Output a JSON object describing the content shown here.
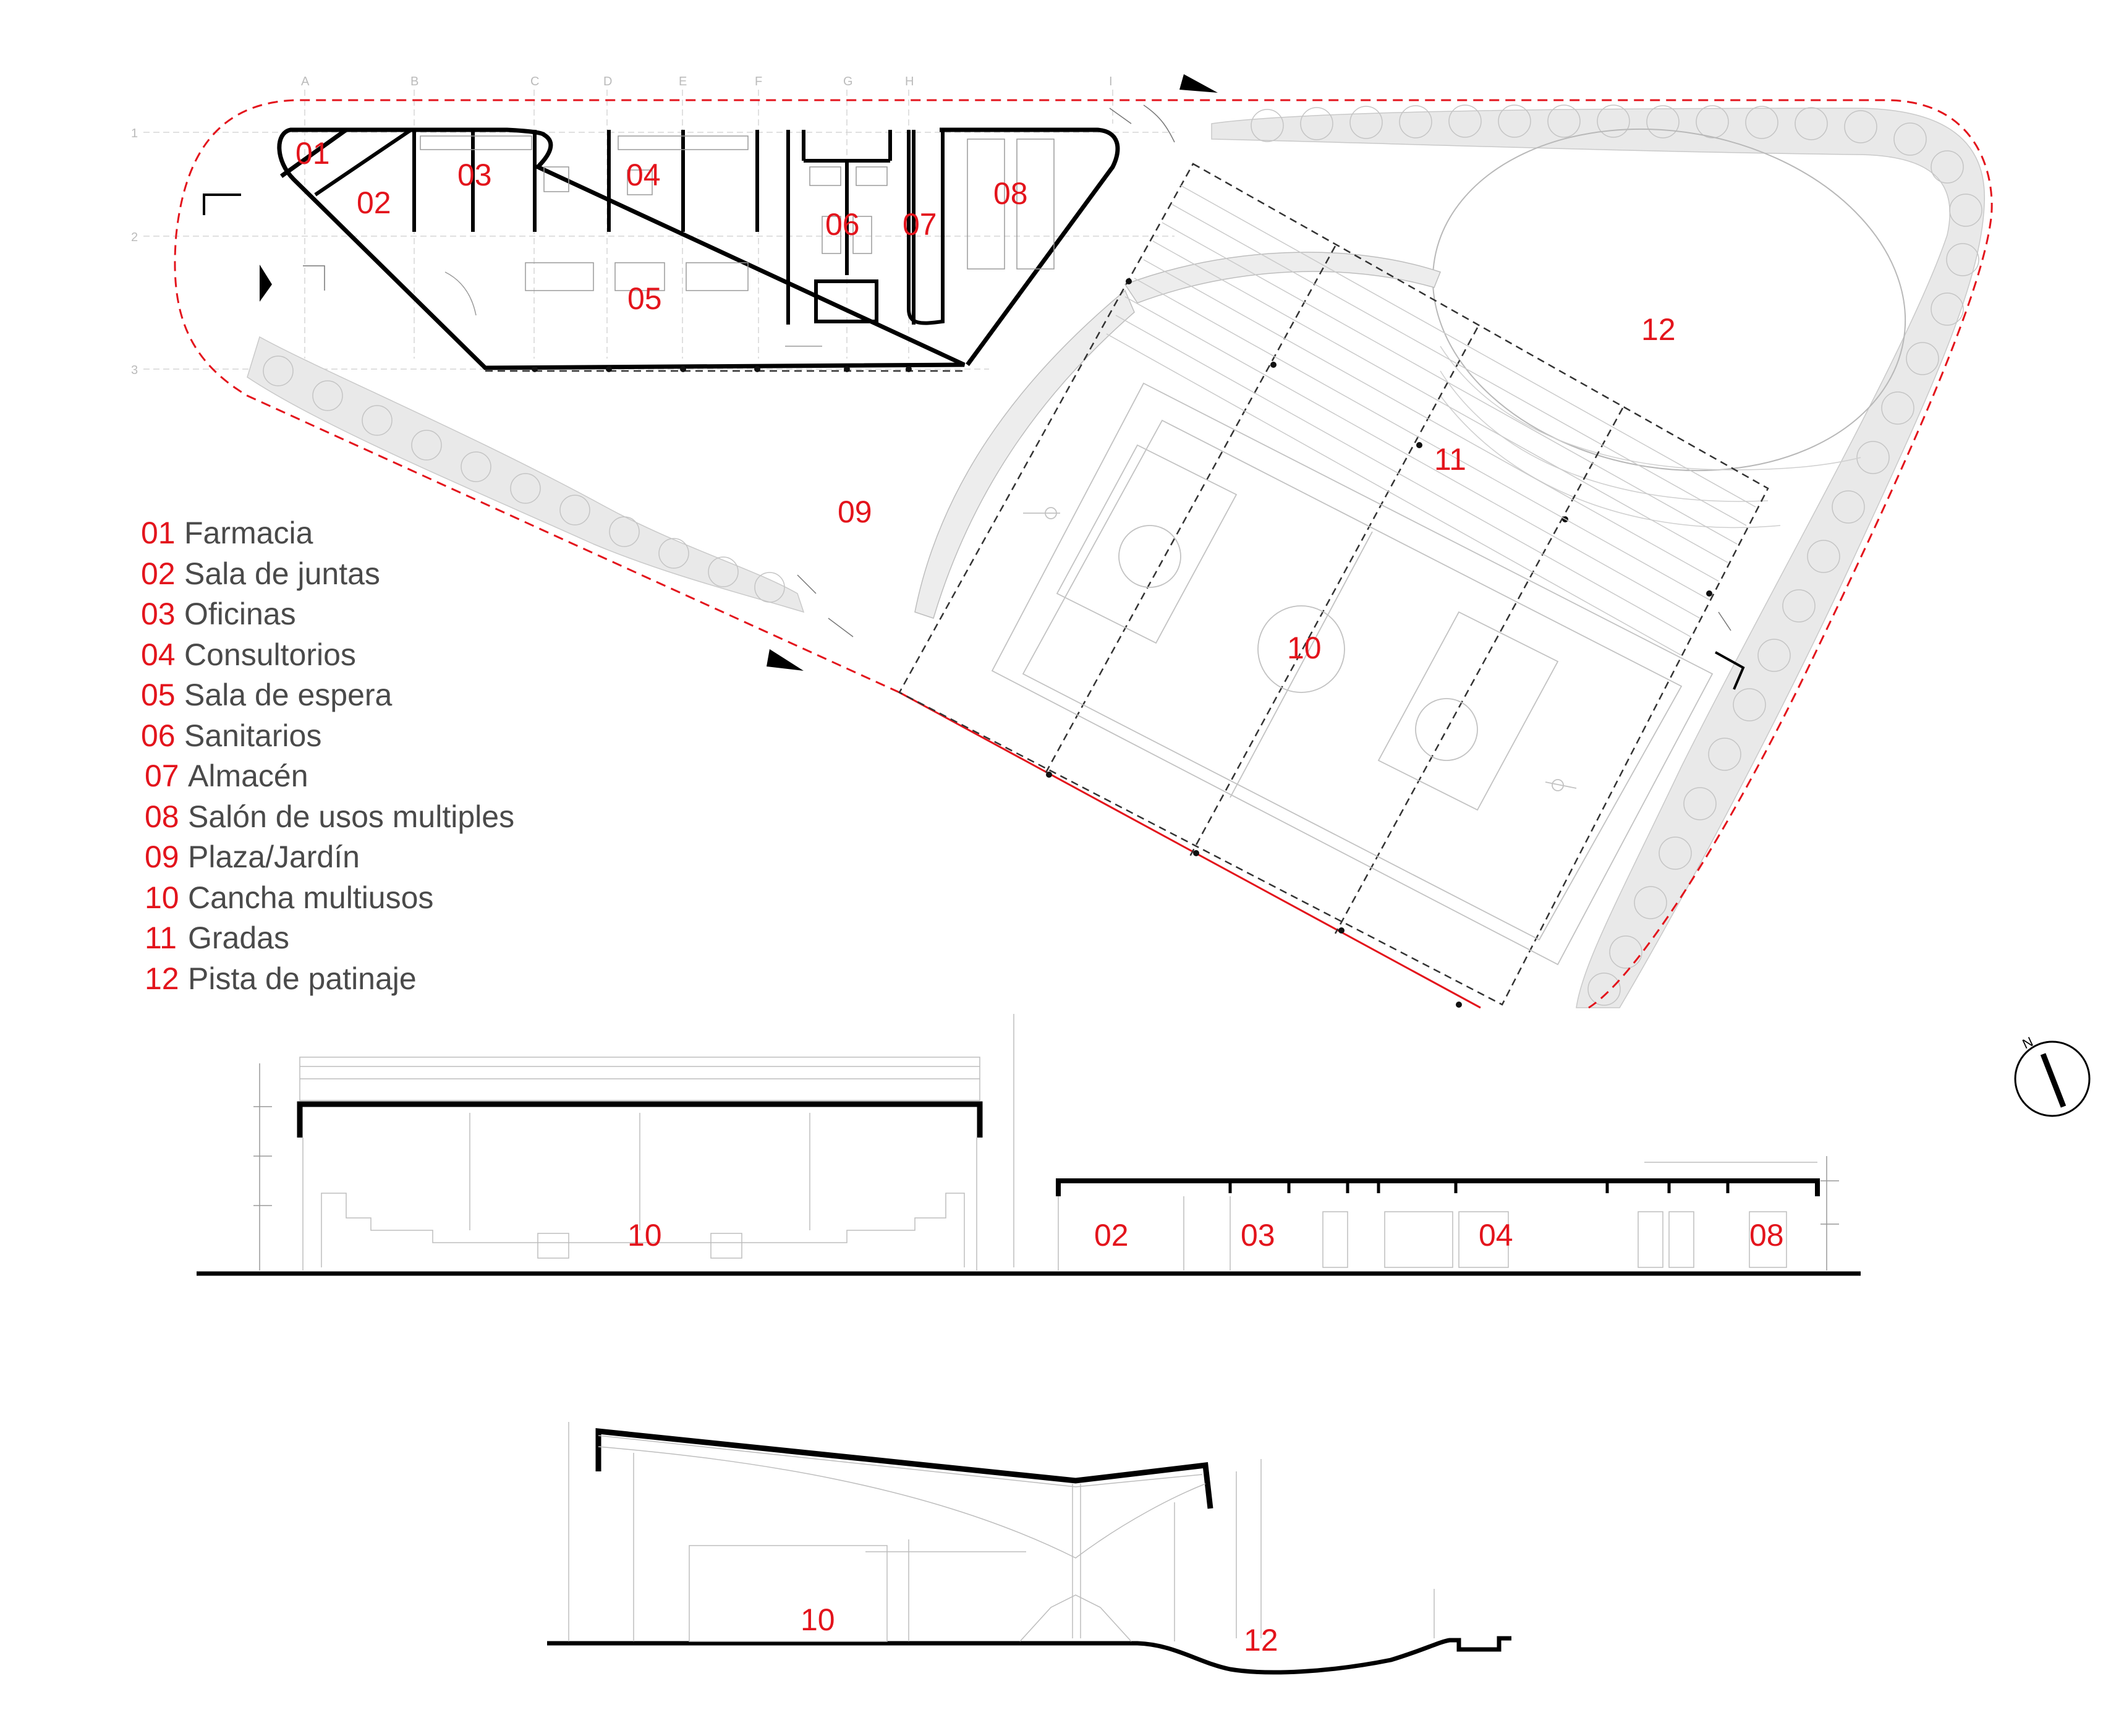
{
  "plan": {
    "grid_letters": [
      "A",
      "B",
      "C",
      "D",
      "E",
      "F",
      "G",
      "H",
      "I"
    ],
    "grid_numbers": [
      "1",
      "2",
      "3"
    ]
  },
  "zone_labels": [
    "01",
    "02",
    "03",
    "04",
    "05",
    "06",
    "07",
    "08",
    "09",
    "10",
    "11",
    "12"
  ],
  "legend": [
    {
      "num": "01",
      "name": "Farmacia"
    },
    {
      "num": "02",
      "name": "Sala de juntas"
    },
    {
      "num": "03",
      "name": "Oficinas"
    },
    {
      "num": "04",
      "name": "Consultorios"
    },
    {
      "num": "05",
      "name": "Sala de espera"
    },
    {
      "num": "06",
      "name": "Sanitarios"
    },
    {
      "num": "07",
      "name": "Almacén"
    },
    {
      "num": "08",
      "name": "Salón de usos multiples"
    },
    {
      "num": "09",
      "name": "Plaza/Jardín"
    },
    {
      "num": "10",
      "name": "Cancha multiusos"
    },
    {
      "num": "11",
      "name": "Gradas"
    },
    {
      "num": "12",
      "name": "Pista de patinaje"
    }
  ],
  "section_a": {
    "labels": [
      "10",
      "02",
      "03",
      "04",
      "08"
    ]
  },
  "section_b": {
    "labels": [
      "10",
      "12"
    ]
  },
  "north": {
    "label": "N"
  },
  "colors": {
    "accent": "#e3141c",
    "ink": "#000000",
    "fine": "#9a9a9a",
    "legend_text": "#4a4a4a"
  }
}
